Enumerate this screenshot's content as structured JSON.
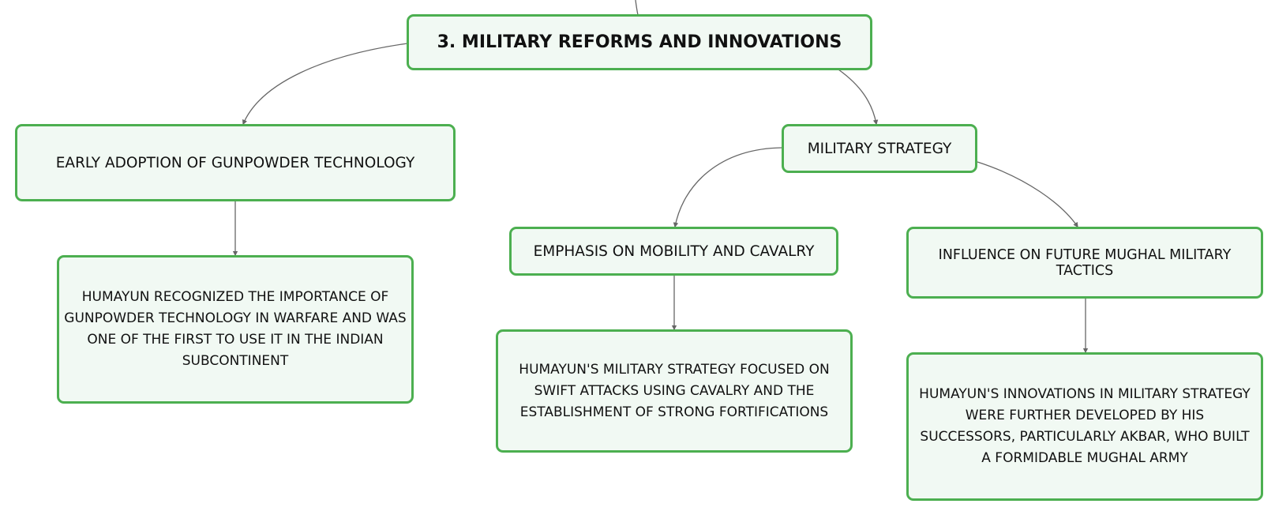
{
  "diagram": {
    "root": {
      "title": "3. MILITARY REFORMS AND INNOVATIONS"
    },
    "gunpowder": {
      "title": "EARLY ADOPTION OF GUNPOWDER TECHNOLOGY",
      "detail": "HUMAYUN RECOGNIZED THE IMPORTANCE OF GUNPOWDER TECHNOLOGY IN WARFARE AND WAS ONE OF THE FIRST TO USE IT IN THE INDIAN SUBCONTINENT"
    },
    "strategy": {
      "title": "MILITARY STRATEGY",
      "mobility": {
        "title": "EMPHASIS ON MOBILITY AND CAVALRY",
        "detail": "HUMAYUN'S MILITARY STRATEGY FOCUSED ON SWIFT ATTACKS USING CAVALRY AND THE ESTABLISHMENT OF STRONG FORTIFICATIONS"
      },
      "influence": {
        "title": "INFLUENCE ON FUTURE MUGHAL MILITARY TACTICS",
        "detail": "HUMAYUN'S INNOVATIONS IN MILITARY STRATEGY WERE FURTHER DEVELOPED BY HIS SUCCESSORS, PARTICULARLY AKBAR, WHO BUILT A FORMIDABLE MUGHAL ARMY"
      }
    }
  },
  "colors": {
    "node_border": "#4caf50",
    "node_fill": "#f1f9f3",
    "connector": "#666666",
    "text": "#111111"
  }
}
